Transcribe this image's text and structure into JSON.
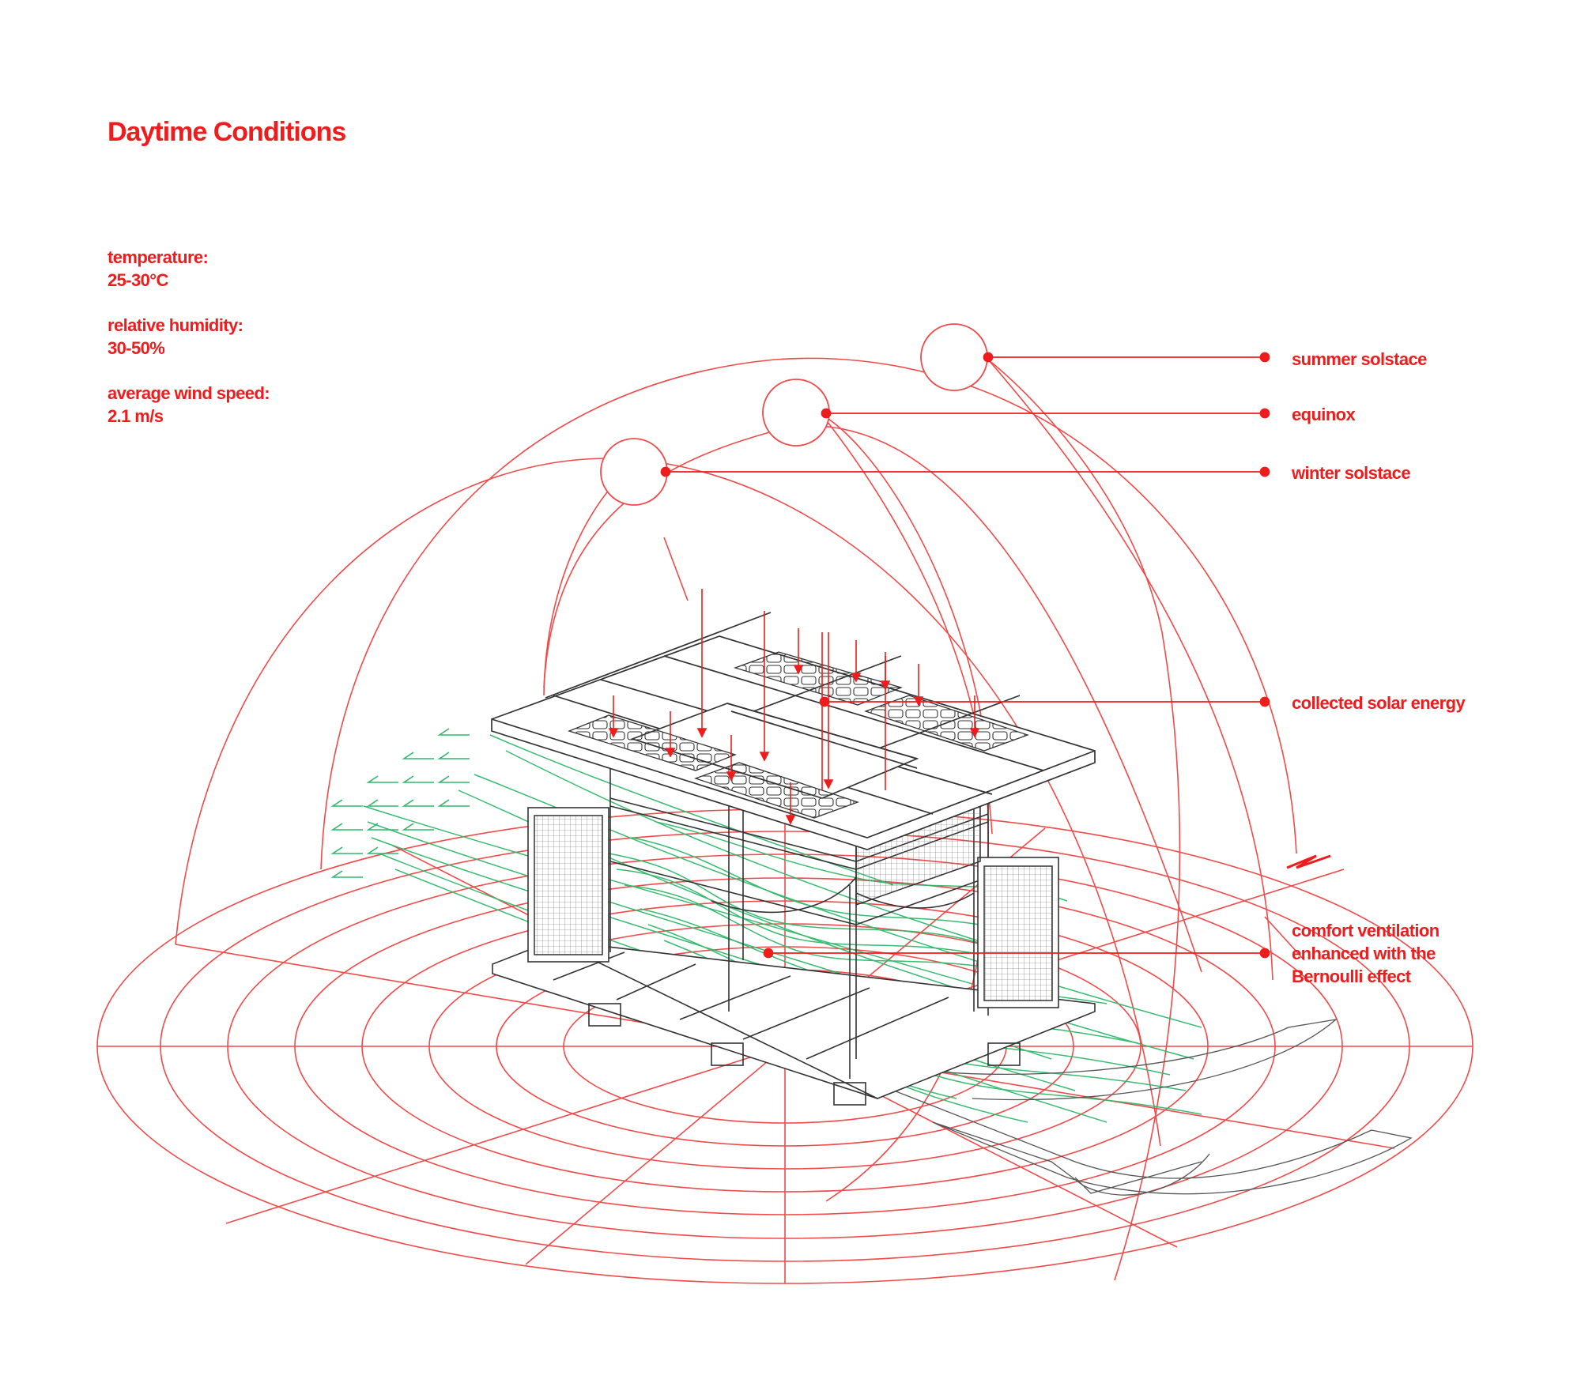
{
  "title": "Daytime Conditions",
  "conditions": [
    {
      "label": "temperature:",
      "value": "25-30°C"
    },
    {
      "label": "relative humidity:",
      "value": "30-50%"
    },
    {
      "label": "average wind speed:",
      "value": "2.1 m/s"
    }
  ],
  "sun_paths": [
    {
      "label": "summer solstace"
    },
    {
      "label": "equinox"
    },
    {
      "label": "winter solstace"
    }
  ],
  "callouts": {
    "solar": "collected solar energy",
    "ventilation": [
      "comfort ventilation",
      "enhanced with the",
      "Bernoulli effect"
    ]
  },
  "colors": {
    "accent": "#ee1c1c",
    "line_red": "#f04a4a",
    "wind_green": "#2fb86a",
    "structure": "#333333"
  },
  "icons": {
    "north_arrow": "north-arrow-icon",
    "sun": "sun-icon"
  }
}
